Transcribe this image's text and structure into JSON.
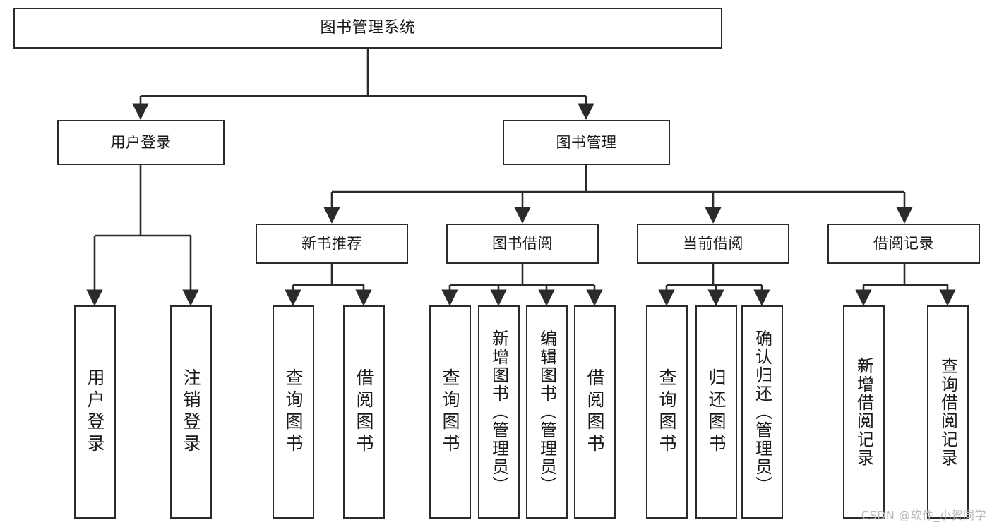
{
  "diagram": {
    "type": "tree",
    "title": "图书管理系统",
    "orientation": "top-down",
    "colors": {
      "background": "#ffffff",
      "node_fill": "#ffffff",
      "node_stroke": "#2b2b2b",
      "edge_stroke": "#2b2b2b",
      "text": "#1a1a1a",
      "watermark": "#b9b9b9"
    },
    "nodes": {
      "root": {
        "label": "图书管理系统"
      },
      "level1": [
        {
          "id": "user-login",
          "label": "用户登录"
        },
        {
          "id": "book-manage",
          "label": "图书管理"
        }
      ],
      "level2": [
        {
          "id": "new-book-recommend",
          "label": "新书推荐"
        },
        {
          "id": "book-borrow",
          "label": "图书借阅"
        },
        {
          "id": "current-borrow",
          "label": "当前借阅"
        },
        {
          "id": "borrow-record",
          "label": "借阅记录"
        }
      ],
      "leaves": {
        "user_login": [
          {
            "id": "leaf-user-login",
            "label": "用户登录"
          },
          {
            "id": "leaf-logout",
            "label": "注销登录"
          }
        ],
        "new_book_recommend": [
          {
            "id": "leaf-query-book-1",
            "label": "查询图书"
          },
          {
            "id": "leaf-borrow-book-1",
            "label": "借阅图书"
          }
        ],
        "book_borrow": [
          {
            "id": "leaf-query-book-2",
            "label": "查询图书"
          },
          {
            "id": "leaf-add-book",
            "label": "新增图书（管理员）"
          },
          {
            "id": "leaf-edit-book",
            "label": "编辑图书（管理员）"
          },
          {
            "id": "leaf-borrow-book-2",
            "label": "借阅图书"
          }
        ],
        "current_borrow": [
          {
            "id": "leaf-query-book-3",
            "label": "查询图书"
          },
          {
            "id": "leaf-return-book",
            "label": "归还图书"
          },
          {
            "id": "leaf-confirm-return",
            "label": "确认归还（管理员）"
          }
        ],
        "borrow_record": [
          {
            "id": "leaf-add-record",
            "label": "新增借阅记录"
          },
          {
            "id": "leaf-query-record",
            "label": "查询借阅记录"
          }
        ]
      }
    },
    "watermark": "CSDN @软件_小贺同学"
  }
}
